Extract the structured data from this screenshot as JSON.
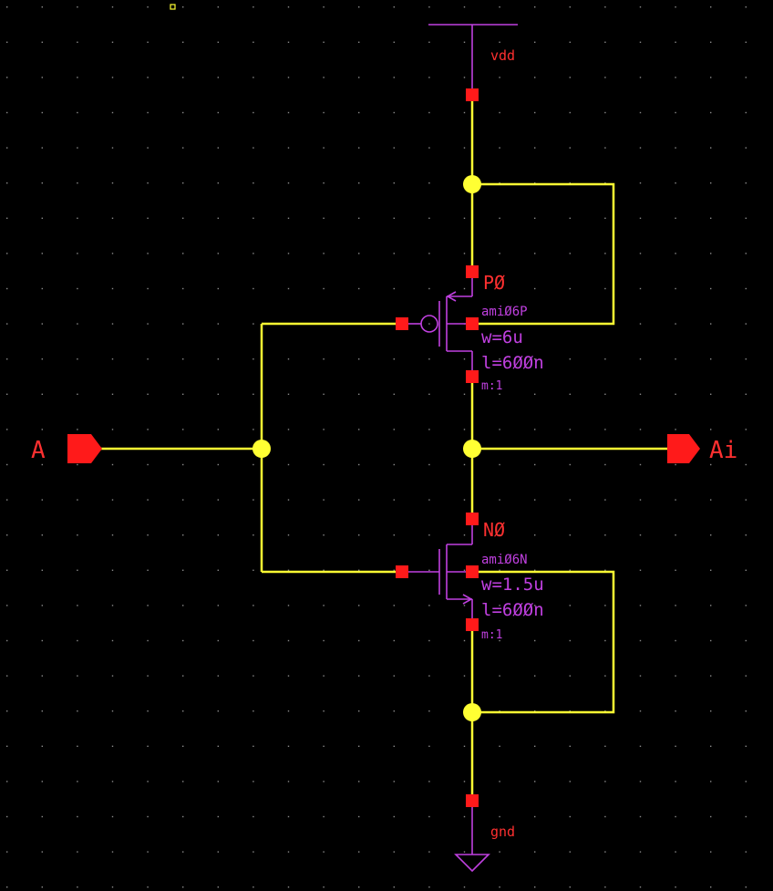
{
  "schematic": {
    "nets": {
      "supply": "vdd",
      "ground": "gnd"
    },
    "pins": {
      "input": "A",
      "output": "Ai"
    },
    "pmos": {
      "instance": "PØ",
      "model": "amiØ6P",
      "width": "w=6u",
      "length": "l=6ØØn",
      "multiplier": "m:1"
    },
    "nmos": {
      "instance": "NØ",
      "model": "amiØ6N",
      "width": "w=1.5u",
      "length": "l=6ØØn",
      "multiplier": "m:1"
    },
    "colors": {
      "background": "#000000",
      "wire": "#ffff33",
      "pin": "#ff1a1a",
      "symbol": "#c040e0",
      "label": "#ff3030",
      "grid": "#8a8a8a"
    }
  }
}
